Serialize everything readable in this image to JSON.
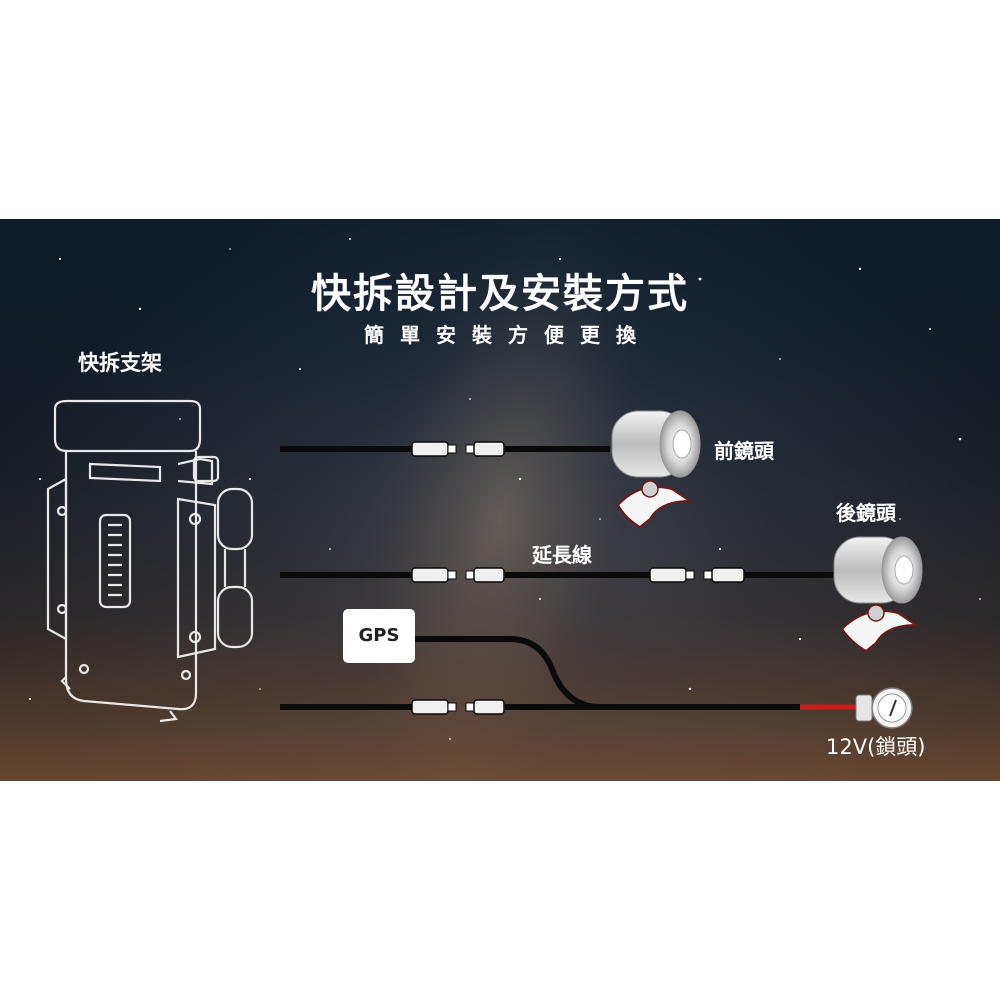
{
  "title": "快拆設計及安裝方式",
  "subtitle": "簡單安裝方便更換",
  "labels": {
    "bracket": "快拆支架",
    "front_camera": "前鏡頭",
    "rear_camera": "後鏡頭",
    "extension_cable": "延長線",
    "gps": "GPS",
    "power": "12V(鎖頭)"
  },
  "colors": {
    "cable": "#0a0a0a",
    "power_wire": "#c81e1e",
    "outline": "#e8e8e8"
  }
}
